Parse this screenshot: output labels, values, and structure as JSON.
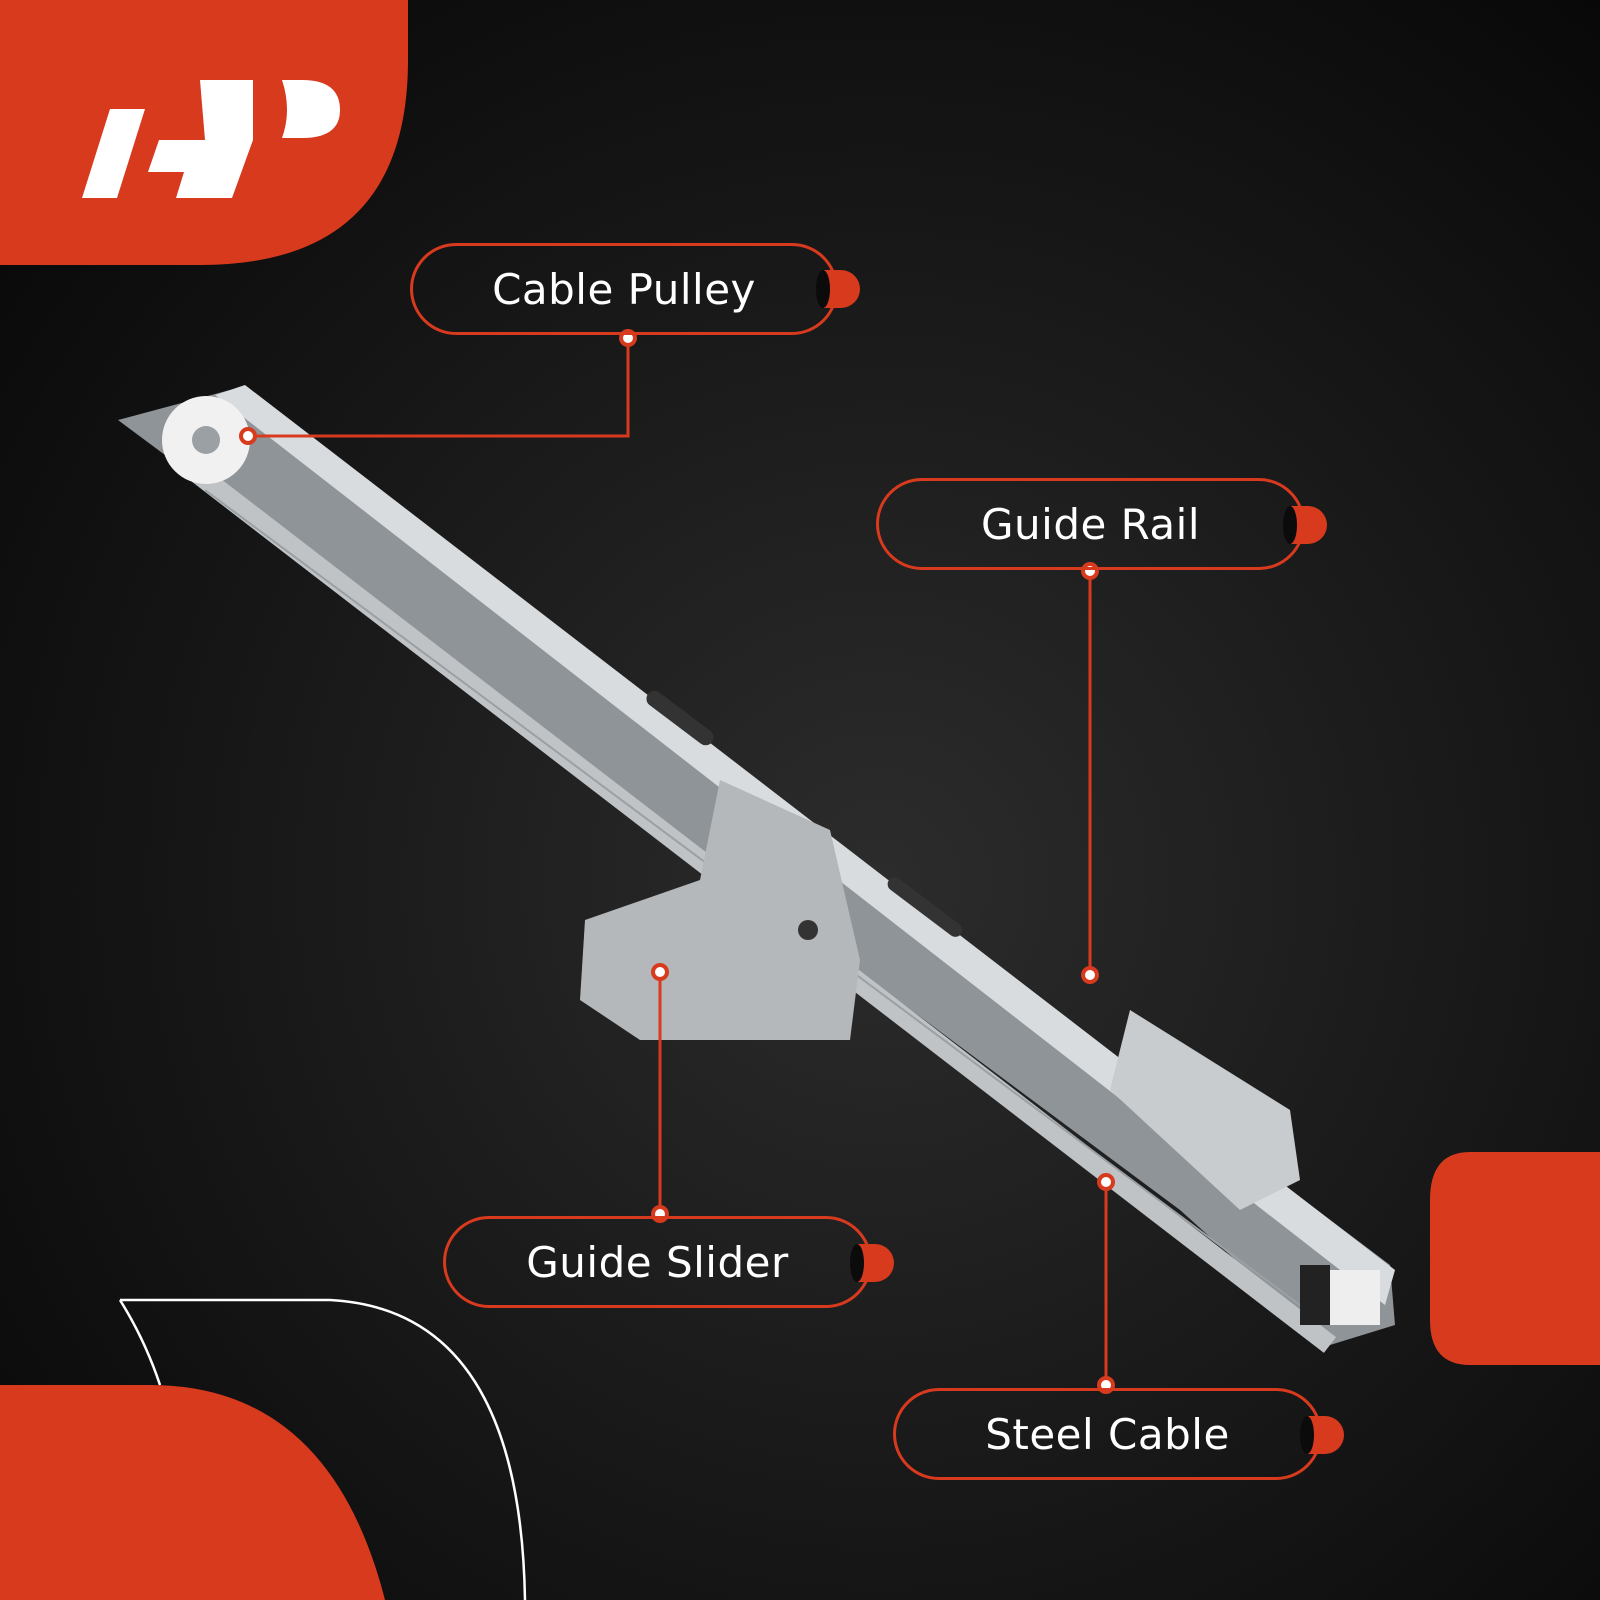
{
  "brand": {
    "logo_text": "A-P",
    "accent_color": "#d83a1e"
  },
  "callouts": [
    {
      "label": "Cable Pulley"
    },
    {
      "label": "Guide Rail"
    },
    {
      "label": "Guide Slider"
    },
    {
      "label": "Steel Cable"
    }
  ]
}
